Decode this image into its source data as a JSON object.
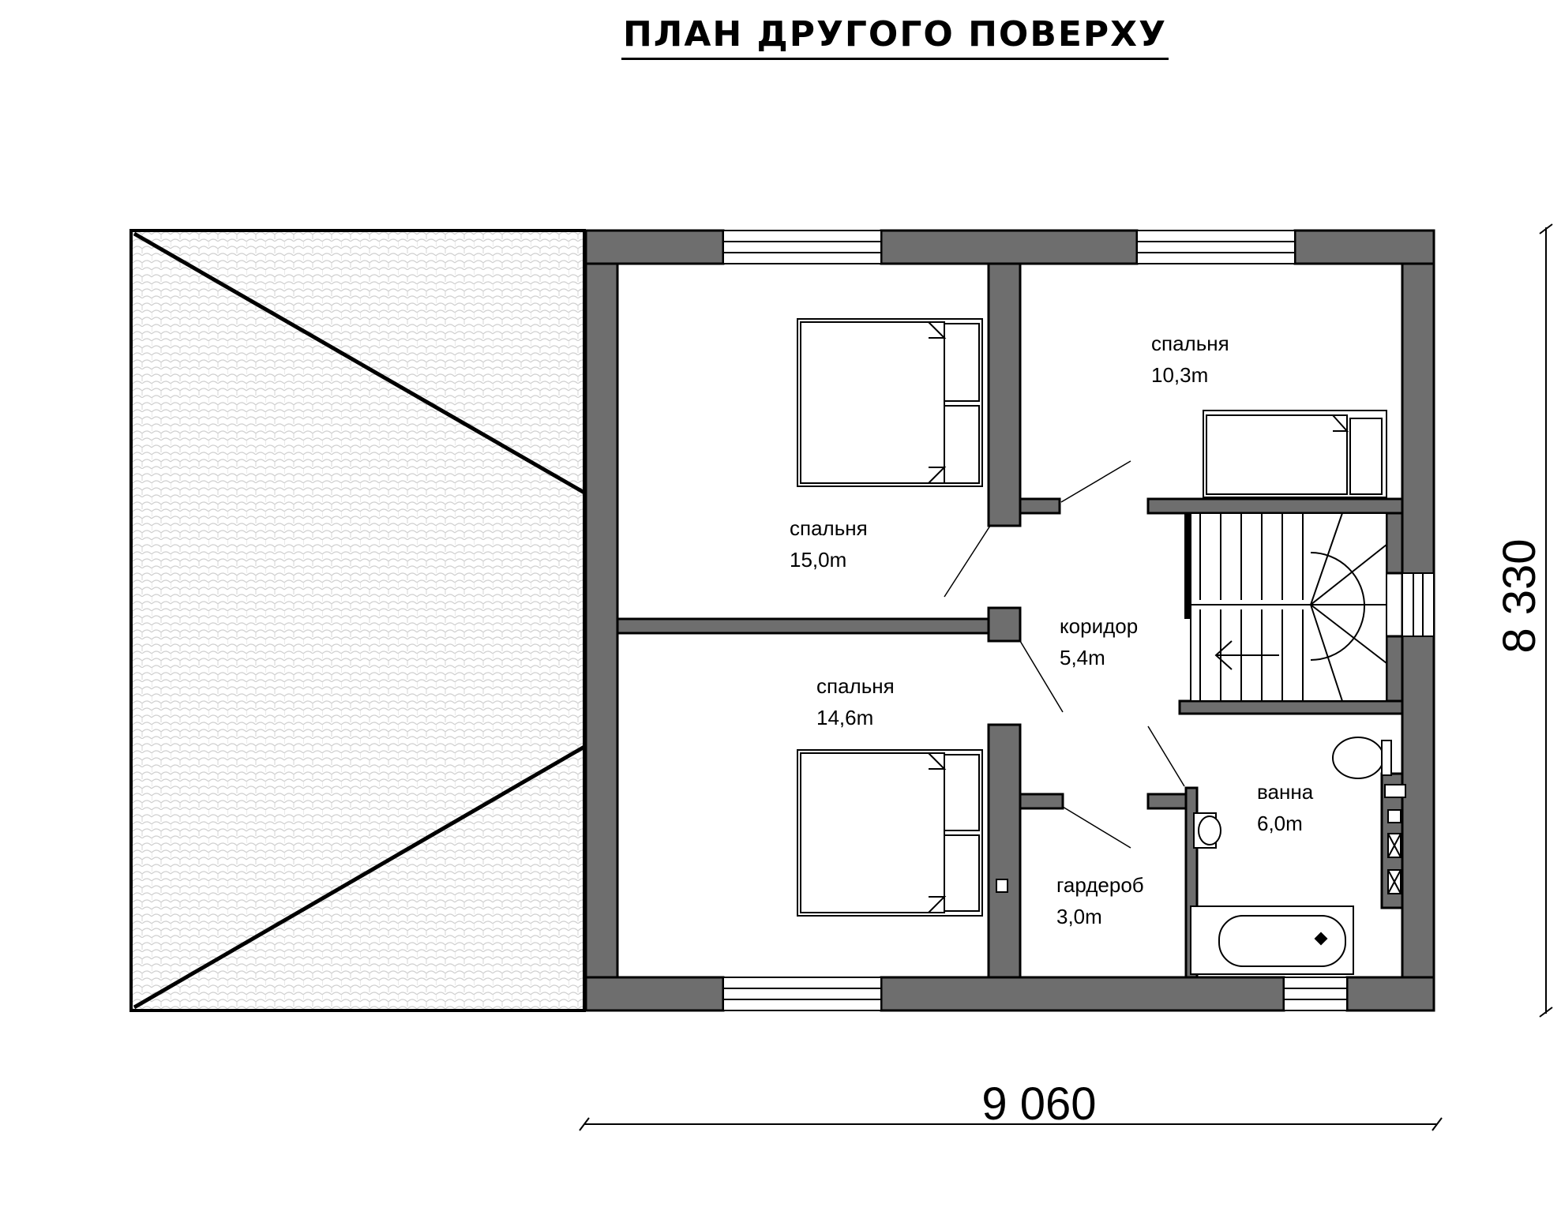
{
  "title": "ПЛАН ДРУГОГО ПОВЕРХУ",
  "colors": {
    "wall": "#6e6e6e",
    "line": "#000000",
    "roof_tile": "#d9d9d9",
    "background": "#ffffff"
  },
  "rooms": [
    {
      "name": "спальня",
      "area": "15,0m"
    },
    {
      "name": "спальня",
      "area": "10,3m"
    },
    {
      "name": "коридор",
      "area": "5,4m"
    },
    {
      "name": "спальня",
      "area": "14,6m"
    },
    {
      "name": "ванна",
      "area": "6,0m"
    },
    {
      "name": "гардероб",
      "area": "3,0m"
    }
  ],
  "dimensions": {
    "width": "9 060",
    "height": "8 330"
  }
}
